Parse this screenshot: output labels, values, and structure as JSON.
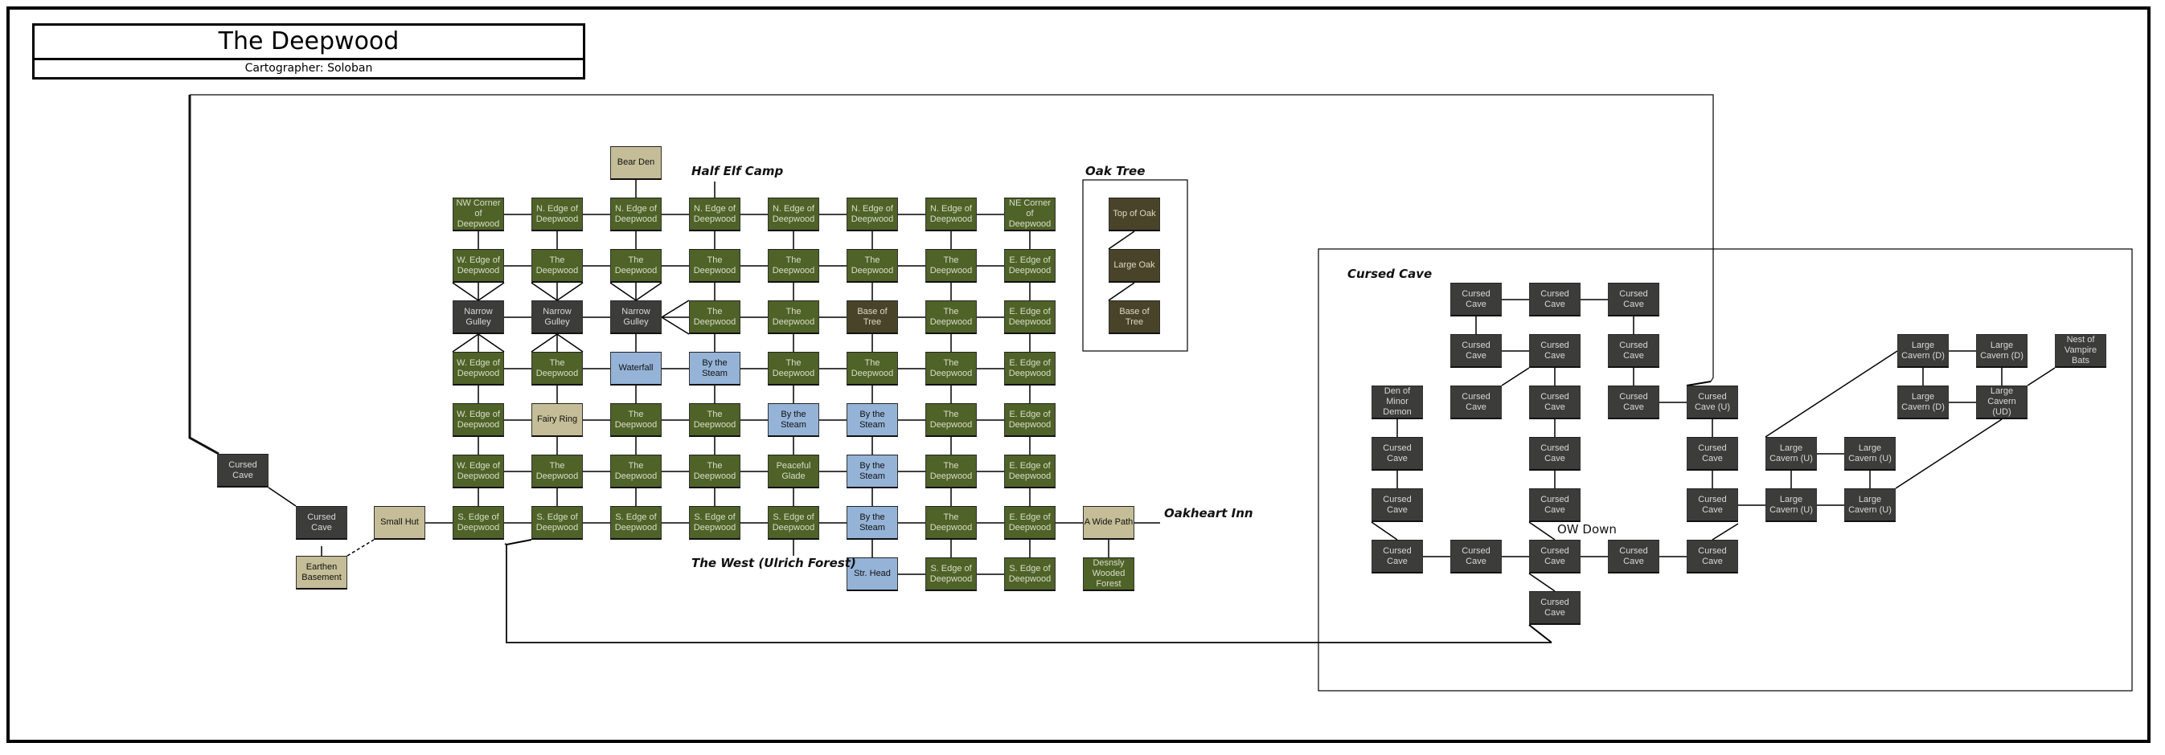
{
  "title": "The Deepwood",
  "subtitle": "Cartographer: Soloban",
  "colors": {
    "forest": "#4f6228",
    "cave": "#3c3d3b",
    "water": "#95b3d7",
    "clearing": "#c4bd97",
    "tree": "#494429"
  },
  "region_labels": {
    "half_elf_camp": "Half Elf Camp",
    "oak_tree": "Oak Tree",
    "oakheart_inn": "Oakheart Inn",
    "the_west": "The West (Ulrich Forest)",
    "cursed_cave": "Cursed Cave",
    "ow_down": "OW Down"
  },
  "deepwood_grid": {
    "rows": [
      [
        {
          "label": "NW Corner\nof\nDeepwood",
          "type": "forest"
        },
        {
          "label": "N. Edge of\nDeepwood",
          "type": "forest"
        },
        {
          "label": "N. Edge of\nDeepwood",
          "type": "forest"
        },
        {
          "label": "N. Edge of\nDeepwood",
          "type": "forest"
        },
        {
          "label": "N. Edge of\nDeepwood",
          "type": "forest"
        },
        {
          "label": "N. Edge of\nDeepwood",
          "type": "forest"
        },
        {
          "label": "N. Edge of\nDeepwood",
          "type": "forest"
        },
        {
          "label": "NE Corner\nof\nDeepwood",
          "type": "forest"
        }
      ],
      [
        {
          "label": "W. Edge of\nDeepwood",
          "type": "forest"
        },
        {
          "label": "The\nDeepwood",
          "type": "forest"
        },
        {
          "label": "The\nDeepwood",
          "type": "forest"
        },
        {
          "label": "The\nDeepwood",
          "type": "forest"
        },
        {
          "label": "The\nDeepwood",
          "type": "forest"
        },
        {
          "label": "The\nDeepwood",
          "type": "forest"
        },
        {
          "label": "The\nDeepwood",
          "type": "forest"
        },
        {
          "label": "E. Edge of\nDeepwood",
          "type": "forest"
        }
      ],
      [
        {
          "label": "Narrow\nGulley",
          "type": "cave"
        },
        {
          "label": "Narrow\nGulley",
          "type": "cave"
        },
        {
          "label": "Narrow\nGulley",
          "type": "cave"
        },
        {
          "label": "The\nDeepwood",
          "type": "forest"
        },
        {
          "label": "The\nDeepwood",
          "type": "forest"
        },
        {
          "label": "Base of\nTree",
          "type": "tree"
        },
        {
          "label": "The\nDeepwood",
          "type": "forest"
        },
        {
          "label": "E. Edge of\nDeepwood",
          "type": "forest"
        }
      ],
      [
        {
          "label": "W. Edge of\nDeepwood",
          "type": "forest"
        },
        {
          "label": "The\nDeepwood",
          "type": "forest"
        },
        {
          "label": "Waterfall",
          "type": "water"
        },
        {
          "label": "By the\nSteam",
          "type": "water"
        },
        {
          "label": "The\nDeepwood",
          "type": "forest"
        },
        {
          "label": "The\nDeepwood",
          "type": "forest"
        },
        {
          "label": "The\nDeepwood",
          "type": "forest"
        },
        {
          "label": "E. Edge of\nDeepwood",
          "type": "forest"
        }
      ],
      [
        {
          "label": "W. Edge of\nDeepwood",
          "type": "forest"
        },
        {
          "label": "Fairy Ring",
          "type": "clearing"
        },
        {
          "label": "The\nDeepwood",
          "type": "forest"
        },
        {
          "label": "The\nDeepwood",
          "type": "forest"
        },
        {
          "label": "By the\nSteam",
          "type": "water"
        },
        {
          "label": "By the\nSteam",
          "type": "water"
        },
        {
          "label": "The\nDeepwood",
          "type": "forest"
        },
        {
          "label": "E. Edge of\nDeepwood",
          "type": "forest"
        }
      ],
      [
        {
          "label": "W. Edge of\nDeepwood",
          "type": "forest"
        },
        {
          "label": "The\nDeepwood",
          "type": "forest"
        },
        {
          "label": "The\nDeepwood",
          "type": "forest"
        },
        {
          "label": "The\nDeepwood",
          "type": "forest"
        },
        {
          "label": "Peaceful\nGlade",
          "type": "forest"
        },
        {
          "label": "By the\nSteam",
          "type": "water"
        },
        {
          "label": "The\nDeepwood",
          "type": "forest"
        },
        {
          "label": "E. Edge of\nDeepwood",
          "type": "forest"
        }
      ],
      [
        {
          "label": "S. Edge of\nDeepwood",
          "type": "forest"
        },
        {
          "label": "S. Edge of\nDeepwood",
          "type": "forest"
        },
        {
          "label": "S. Edge of\nDeepwood",
          "type": "forest"
        },
        {
          "label": "S. Edge of\nDeepwood",
          "type": "forest"
        },
        {
          "label": "S. Edge of\nDeepwood",
          "type": "forest"
        },
        {
          "label": "By the\nSteam",
          "type": "water"
        },
        {
          "label": "The\nDeepwood",
          "type": "forest"
        },
        {
          "label": "E. Edge of\nDeepwood",
          "type": "forest"
        }
      ],
      [
        null,
        null,
        null,
        null,
        null,
        {
          "label": "Str. Head",
          "type": "water"
        },
        {
          "label": "S. Edge of\nDeepwood",
          "type": "forest"
        },
        {
          "label": "S. Edge of\nDeepwood",
          "type": "forest"
        }
      ]
    ]
  },
  "extra_nodes": {
    "bear_den": {
      "label": "Bear Den",
      "type": "clearing"
    },
    "small_hut": {
      "label": "Small Hut",
      "type": "clearing"
    },
    "earthen_basement": {
      "label": "Earthen\nBasement",
      "type": "clearing"
    },
    "west_cave_1": {
      "label": "Cursed\nCave",
      "type": "cave"
    },
    "west_cave_2": {
      "label": "Cursed\nCave",
      "type": "cave"
    },
    "wide_path": {
      "label": "A Wide Path",
      "type": "clearing"
    },
    "dense_forest": {
      "label": "Desnsly\nWooded\nForest",
      "type": "forest"
    },
    "top_of_oak": {
      "label": "Top of Oak",
      "type": "tree"
    },
    "large_oak": {
      "label": "Large Oak",
      "type": "tree"
    },
    "base_of_tree_oak": {
      "label": "Base of\nTree",
      "type": "tree"
    }
  },
  "cave_nodes": {
    "c_r0_1": {
      "label": "Cursed\nCave",
      "type": "cave"
    },
    "c_r0_2": {
      "label": "Cursed\nCave",
      "type": "cave"
    },
    "c_r0_3": {
      "label": "Cursed\nCave",
      "type": "cave"
    },
    "c_r1_1": {
      "label": "Cursed\nCave",
      "type": "cave"
    },
    "c_r1_2": {
      "label": "Cursed\nCave",
      "type": "cave"
    },
    "c_r1_3": {
      "label": "Cursed\nCave",
      "type": "cave"
    },
    "den_demon": {
      "label": "Den of\nMinor\nDemon",
      "type": "cave"
    },
    "c_r2_1": {
      "label": "Cursed\nCave",
      "type": "cave"
    },
    "c_r2_2": {
      "label": "Cursed\nCave",
      "type": "cave"
    },
    "c_r2_3": {
      "label": "Cursed\nCave",
      "type": "cave"
    },
    "c_r2_4": {
      "label": "Cursed\nCave (U)",
      "type": "cave"
    },
    "c_r3_0": {
      "label": "Cursed\nCave",
      "type": "cave"
    },
    "c_r3_2": {
      "label": "Cursed\nCave",
      "type": "cave"
    },
    "c_r3_4": {
      "label": "Cursed\nCave",
      "type": "cave"
    },
    "c_r4_0": {
      "label": "Cursed\nCave",
      "type": "cave"
    },
    "c_r4_2": {
      "label": "Cursed\nCave",
      "type": "cave"
    },
    "c_r4_4": {
      "label": "Cursed\nCave",
      "type": "cave"
    },
    "c_r5_0": {
      "label": "Cursed\nCave",
      "type": "cave"
    },
    "c_r5_1": {
      "label": "Cursed\nCave",
      "type": "cave"
    },
    "c_r5_2": {
      "label": "Cursed\nCave",
      "type": "cave"
    },
    "c_r5_3": {
      "label": "Cursed\nCave",
      "type": "cave"
    },
    "c_r5_4": {
      "label": "Cursed\nCave",
      "type": "cave"
    },
    "c_r6_2": {
      "label": "Cursed\nCave",
      "type": "cave"
    },
    "lc_u1": {
      "label": "Large\nCavern (U)",
      "type": "cave"
    },
    "lc_u2": {
      "label": "Large\nCavern (U)",
      "type": "cave"
    },
    "lc_u3": {
      "label": "Large\nCavern (U)",
      "type": "cave"
    },
    "lc_u4": {
      "label": "Large\nCavern (U)",
      "type": "cave"
    },
    "lc_d1": {
      "label": "Large\nCavern (D)",
      "type": "cave"
    },
    "lc_d2": {
      "label": "Large\nCavern (D)",
      "type": "cave"
    },
    "lc_d3": {
      "label": "Large\nCavern (D)",
      "type": "cave"
    },
    "lc_ud": {
      "label": "Large\nCavern\n(UD)",
      "type": "cave"
    },
    "vampire_bats": {
      "label": "Nest of\nVampire\nBats",
      "type": "cave"
    }
  }
}
